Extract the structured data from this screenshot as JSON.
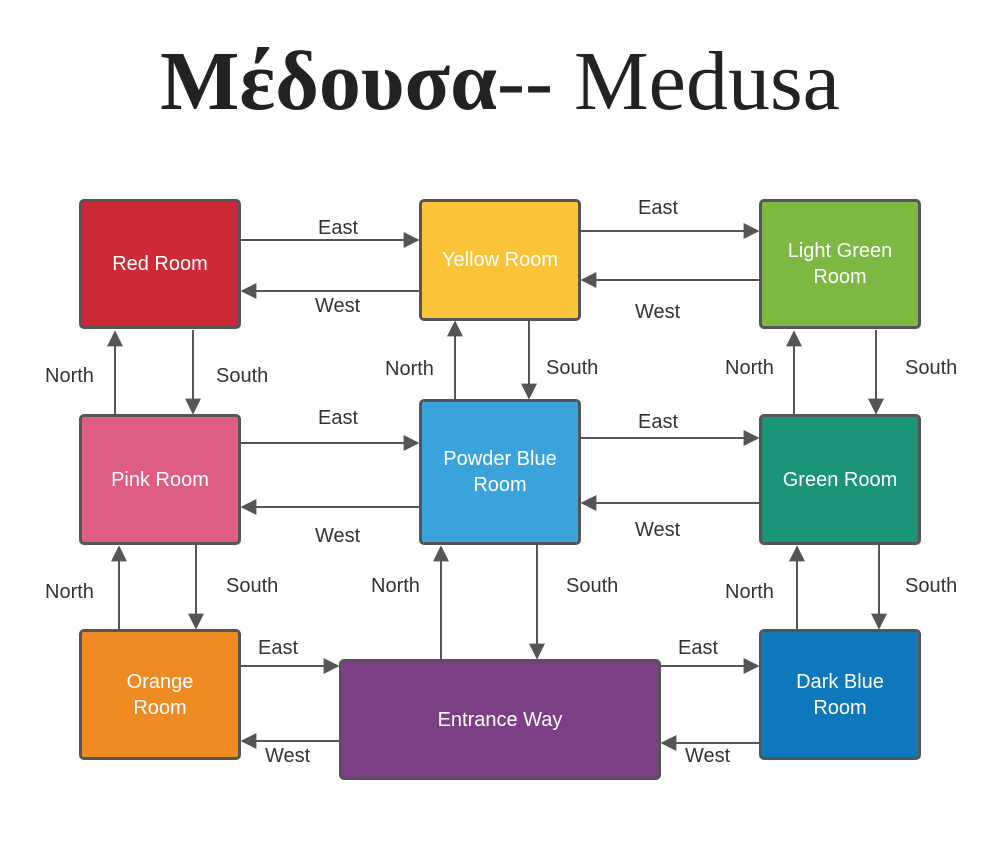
{
  "title": {
    "greek": "Μέδουσα",
    "rest": "-- Medusa"
  },
  "rooms": {
    "red": {
      "name": "Red Room",
      "color": "#cc2a36"
    },
    "yellow": {
      "name": "Yellow Room",
      "color": "#fbc33a"
    },
    "light_green": {
      "name": "Light Green Room",
      "color": "#7cb842"
    },
    "pink": {
      "name": "Pink Room",
      "color": "#de5d83"
    },
    "powder_blue": {
      "name": "Powder Blue Room",
      "color": "#3ba3dc"
    },
    "green": {
      "name": "Green Room",
      "color": "#1c9478"
    },
    "orange": {
      "name": "Orange Room",
      "color": "#ee8b22"
    },
    "entrance": {
      "name": "Entrance Way",
      "color": "#7c3f86"
    },
    "dark_blue": {
      "name": "Dark Blue Room",
      "color": "#0e78bb"
    }
  },
  "directions": {
    "north": "North",
    "south": "South",
    "east": "East",
    "west": "West"
  },
  "arrow_color": "#555555"
}
